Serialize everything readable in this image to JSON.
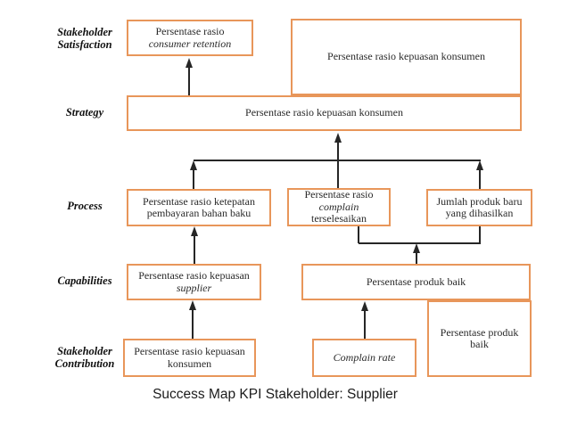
{
  "colors": {
    "box_border": "#E8965A",
    "line": "#262626",
    "text": "#2a2a2a",
    "label_text": "#111111"
  },
  "labels": {
    "satisfaction": "Stakeholder\nSatisfaction",
    "strategy": "Strategy",
    "process": "Process",
    "capabilities": "Capabilities",
    "contribution": "Stakeholder\nContribution"
  },
  "nodes": {
    "retention": {
      "line1": "Persentase rasio",
      "line2": "consumer retention"
    },
    "kepuasan_top": {
      "line1": "Persentase rasio kepuasan konsumen"
    },
    "strategy": {
      "line1": "Persentase rasio kepuasan konsumen"
    },
    "ketepatan": {
      "line1": "Persentase rasio ketepatan",
      "line2": "pembayaran bahan baku"
    },
    "complain": {
      "line1": "Persentase rasio",
      "line2": "complain",
      "line3": "terselesaikan"
    },
    "jumlah": {
      "line1": "Jumlah produk baru",
      "line2": "yang dihasilkan"
    },
    "supplier": {
      "line1": "Persentase rasio kepuasan",
      "line2": "supplier"
    },
    "produk_baik": {
      "line1": "Persentase produk baik"
    },
    "konsumen_contrib": {
      "line1": "Persentase rasio kepuasan",
      "line2": "konsumen"
    },
    "complain_rate": {
      "line1": "Complain rate"
    },
    "produk_baik_small": {
      "line1": "Persentase produk",
      "line2": "baik"
    }
  },
  "caption": "Success Map KPI Stakeholder: Supplier"
}
